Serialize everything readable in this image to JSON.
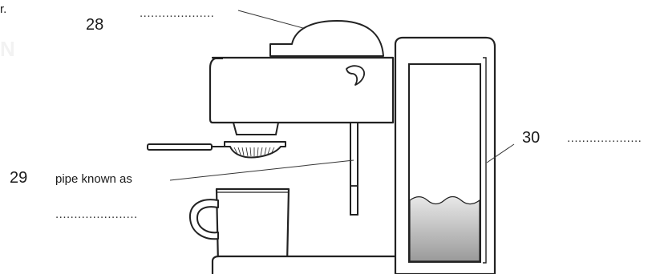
{
  "labels": {
    "q28": {
      "number": "28",
      "blank": "...................."
    },
    "q29": {
      "number": "29",
      "text": "pipe known as",
      "blank": "......................"
    },
    "q30": {
      "number": "30",
      "blank": "...................."
    }
  },
  "fragments": {
    "top_left": "r.",
    "watermark": "N"
  },
  "colors": {
    "ink": "#1a1a1a",
    "water_top": "#e8e8e8",
    "water_bottom": "#9a9a9a"
  }
}
